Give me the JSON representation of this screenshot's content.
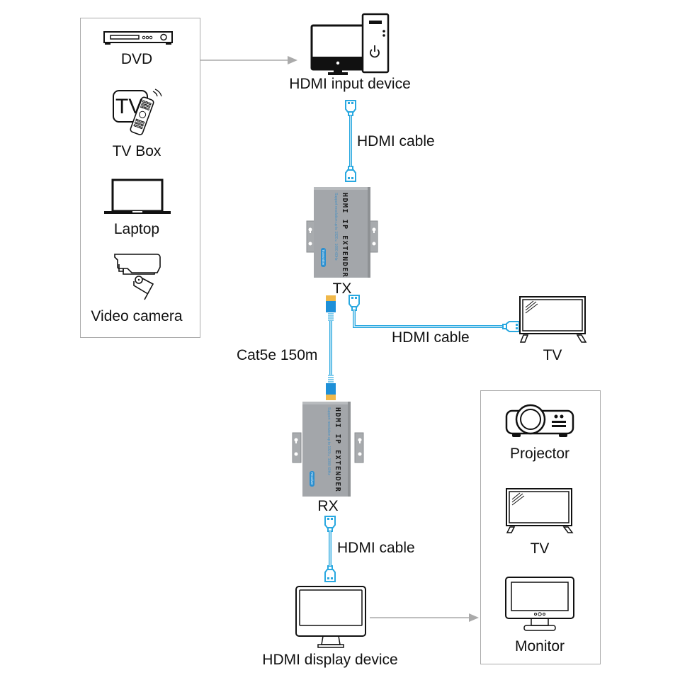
{
  "title": "HDMI IP Extender connection diagram",
  "colors": {
    "cable": "#29a8e0",
    "cable_inner": "#ffffff",
    "rj45_gold": "#f0b84a",
    "device_body": "#9fa2a6",
    "device_dark": "#222222",
    "box_border": "#aaaaaa",
    "arrow": "#aaaaaa",
    "icon_stroke": "#111111"
  },
  "sources": {
    "items": [
      {
        "icon": "dvd-player-icon",
        "label": "DVD"
      },
      {
        "icon": "tv-box-icon",
        "label": "TV Box",
        "icon_text": "TV"
      },
      {
        "icon": "laptop-icon",
        "label": "Laptop"
      },
      {
        "icon": "video-camera-icon",
        "label": "Video camera"
      }
    ]
  },
  "input_device": {
    "icon": "desktop-computer-icon",
    "label": "HDMI input device"
  },
  "cables": {
    "top": "HDMI cable",
    "loop_out": "HDMI cable",
    "bottom": "HDMI cable",
    "network": "Cat5e 150m"
  },
  "transmitter": {
    "label": "TX",
    "product_name": "HDMI IP EXTENDER",
    "subtitle": "Support resolution up to 1920×1080 60Hz",
    "badge": "Transmitter"
  },
  "receiver": {
    "label": "RX",
    "product_name": "HDMI IP EXTENDER",
    "subtitle": "Support resolution up to 1920×1080 60Hz",
    "badge": "Receiver"
  },
  "loop_display": {
    "icon": "tv-icon",
    "label": "TV"
  },
  "display_device": {
    "icon": "monitor-icon",
    "label": "HDMI display device"
  },
  "outputs": {
    "items": [
      {
        "icon": "projector-icon",
        "label": "Projector"
      },
      {
        "icon": "tv-icon",
        "label": "TV"
      },
      {
        "icon": "monitor-icon",
        "label": "Monitor"
      }
    ]
  }
}
